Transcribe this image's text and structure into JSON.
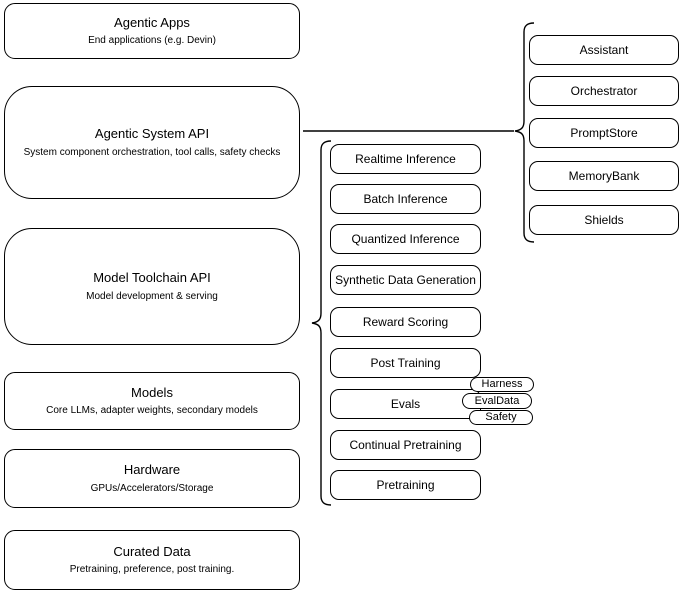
{
  "diagram": {
    "left_column": [
      {
        "title": "Agentic Apps",
        "subtitle": "End applications (e.g. Devin)"
      },
      {
        "title": "Agentic System API",
        "subtitle": "System component orchestration, tool calls, safety checks"
      },
      {
        "title": "Model Toolchain API",
        "subtitle": "Model development & serving"
      },
      {
        "title": "Models",
        "subtitle": "Core LLMs, adapter weights, secondary models"
      },
      {
        "title": "Hardware",
        "subtitle": "GPUs/Accelerators/Storage"
      },
      {
        "title": "Curated Data",
        "subtitle": "Pretraining, preference, post training."
      }
    ],
    "toolchain_items": [
      "Realtime Inference",
      "Batch Inference",
      "Quantized Inference",
      "Synthetic Data Generation",
      "Reward Scoring",
      "Post Training",
      "Evals",
      "Continual Pretraining",
      "Pretraining"
    ],
    "eval_tags": [
      "Harness",
      "EvalData",
      "Safety"
    ],
    "system_components": [
      "Assistant",
      "Orchestrator",
      "PromptStore",
      "MemoryBank",
      "Shields"
    ],
    "colors": {
      "stroke": "#000000",
      "background": "#ffffff",
      "text": "#000000"
    }
  }
}
